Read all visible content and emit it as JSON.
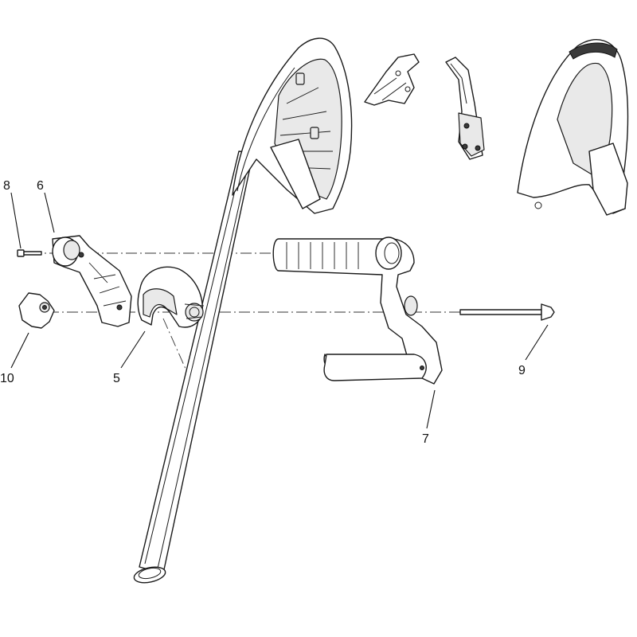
{
  "callouts": {
    "c8": "8",
    "c6": "6",
    "c10": "10",
    "c5": "5",
    "c9": "9",
    "c7": "7"
  },
  "colors": {
    "line": "#1a1a1a",
    "background": "#ffffff",
    "shade": "#e9e9e9"
  }
}
